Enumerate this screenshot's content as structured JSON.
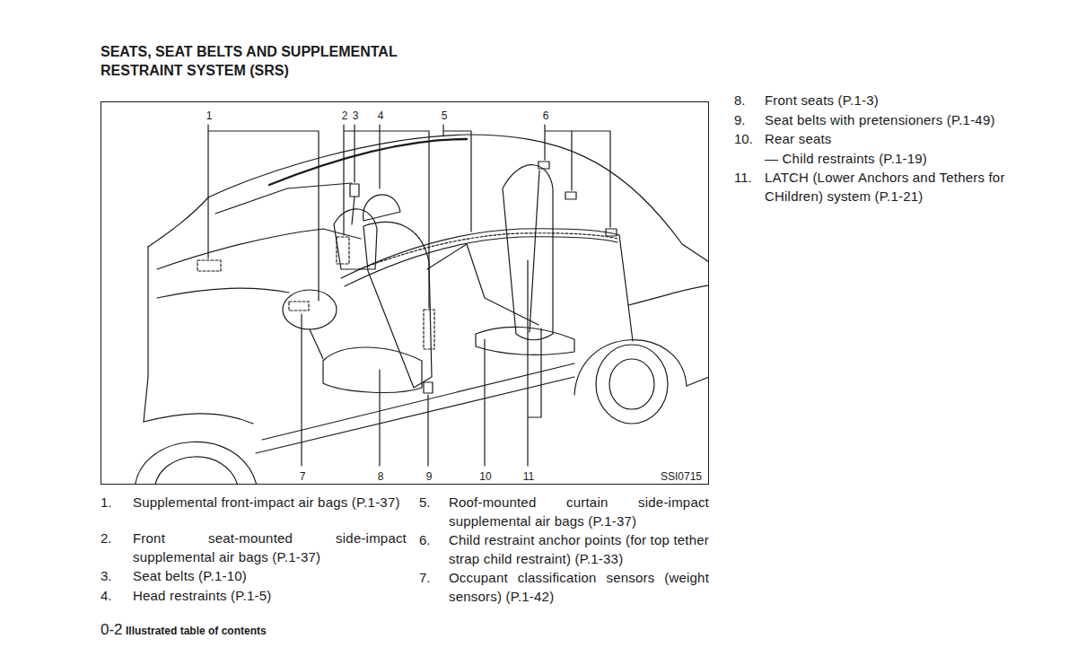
{
  "diagram": {
    "title": "SEATS, SEAT BELTS AND SUPPLEMENTAL RESTRAINT SYSTEM (SRS)",
    "nodes": [
      {
        "text": [
          "1",
          "2",
          "3",
          "4",
          "5",
          "6",
          "7",
          "8",
          "9",
          "10",
          "11",
          "SSI0715"
        ]
      }
    ],
    "labels": [
      "8.",
      "Front seats (P.1-3)",
      "9.",
      "Seat belts with pretensioners (P.1-49)",
      "10.",
      "Rear seats",
      "— Child restraints (P.1-19)",
      "11.",
      "LATCH (Lower Anchors and Tethers for CHildren) system (P.1-21)",
      "1.",
      "Supplemental front-impact air bags (P.1-37)",
      "2.",
      "Front seat-mounted side-impact supplemental air bags (P.1-37)",
      "3.",
      "Seat belts (P.1-10)",
      "4.",
      "Head restraints (P.1-5)",
      "5.",
      "Roof-mounted curtain side-impact supplemental air bags (P.1-37)",
      "6.",
      "Child restraint anchor points (for top tether strap child restraint) (P.1-33)",
      "7.",
      "Occupant classification sensors (weight sensors) (P.1-42)",
      "0-2",
      "Illustrated table of contents"
    ]
  }
}
